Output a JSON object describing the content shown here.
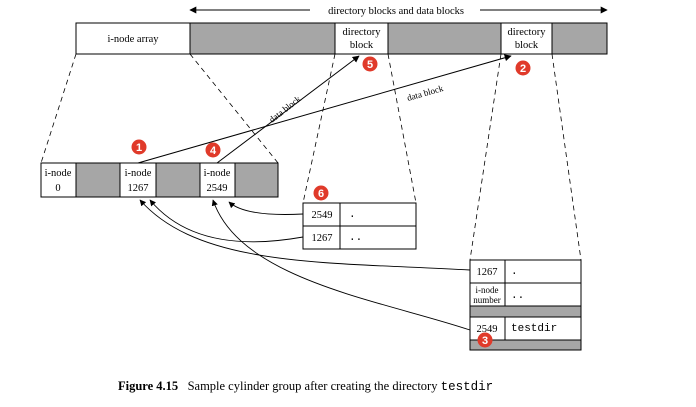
{
  "diagram": {
    "top_span_label": "directory blocks and data blocks",
    "inode_array_label": "i-node array",
    "directory_block_label_line1": "directory",
    "directory_block_label_line2": "block",
    "data_block_label": "data block",
    "inode_label": "i-node",
    "inode_0": "0",
    "inode_1267": "1267",
    "inode_2549": "2549",
    "inode_number_line1": "i-node",
    "inode_number_line2": "number",
    "dir_a_rows": [
      {
        "inode": "2549",
        "name": "."
      },
      {
        "inode": "1267",
        "name": ".."
      }
    ],
    "dir_b_rows": [
      {
        "inode": "1267",
        "name": "."
      },
      {
        "inode": "",
        "name": ".."
      },
      {
        "inode": "2549",
        "name": "testdir"
      }
    ],
    "markers": [
      "1",
      "2",
      "3",
      "4",
      "5",
      "6"
    ],
    "marker_color": "#e03a2a",
    "shade_color": "#a6a6a6"
  },
  "caption": {
    "label": "Figure 4.15",
    "text": "Sample cylinder group after creating the directory",
    "code": "testdir"
  }
}
